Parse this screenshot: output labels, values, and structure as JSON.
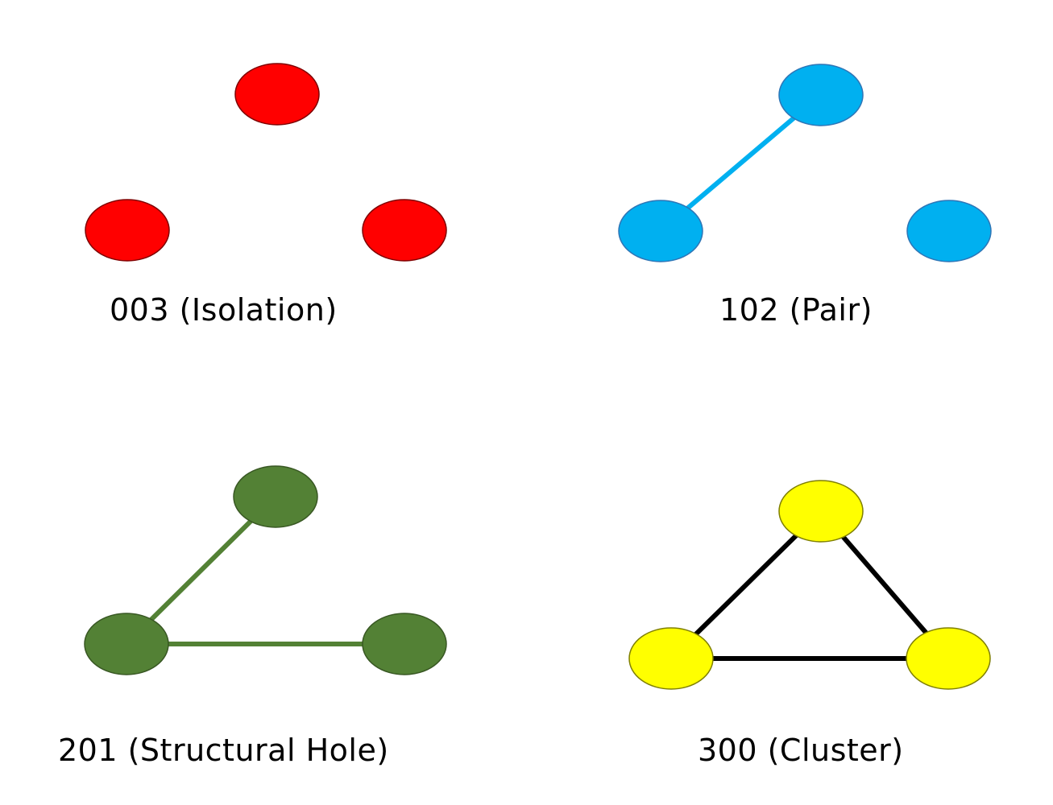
{
  "triads": [
    {
      "id": "isolation",
      "label": "003 (Isolation)",
      "node_color": "#ff0000",
      "edge_color": "#ff0000",
      "edges": []
    },
    {
      "id": "pair",
      "label": "102 (Pair)",
      "node_color": "#00b0f0",
      "edge_color": "#00b0f0",
      "edges": [
        [
          0,
          1
        ]
      ]
    },
    {
      "id": "structural-hole",
      "label": "201 (Structural Hole)",
      "node_color": "#538135",
      "edge_color": "#538135",
      "edges": [
        [
          0,
          1
        ],
        [
          1,
          2
        ]
      ]
    },
    {
      "id": "cluster",
      "label": "300 (Cluster)",
      "node_color": "#ffff00",
      "edge_color": "#000000",
      "edges": [
        [
          0,
          1
        ],
        [
          1,
          2
        ],
        [
          2,
          0
        ]
      ]
    }
  ]
}
